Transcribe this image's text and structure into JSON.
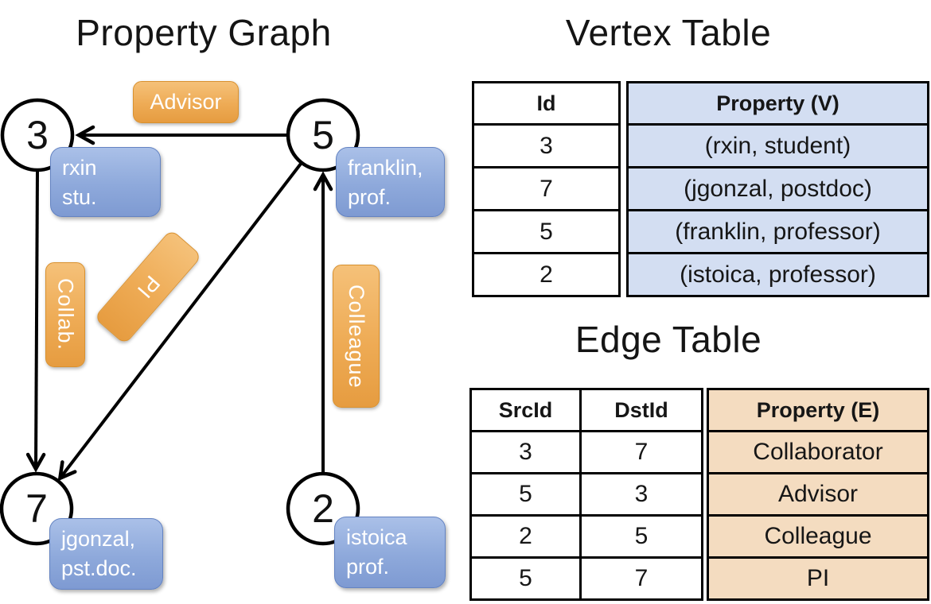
{
  "titles": {
    "graph": "Property Graph",
    "vertex_table": "Vertex Table",
    "edge_table": "Edge Table"
  },
  "graph": {
    "vertices": [
      {
        "id": "3",
        "lines": [
          "rxin",
          "stu."
        ]
      },
      {
        "id": "5",
        "lines": [
          "franklin,",
          "prof."
        ]
      },
      {
        "id": "7",
        "lines": [
          "jgonzal,",
          "pst.doc."
        ]
      },
      {
        "id": "2",
        "lines": [
          "istoica",
          "prof."
        ]
      }
    ],
    "edges": [
      {
        "label": "Advisor",
        "from": "5",
        "to": "3"
      },
      {
        "label": "Collab.",
        "from": "3",
        "to": "7"
      },
      {
        "label": "PI",
        "from": "5",
        "to": "7"
      },
      {
        "label": "Colleague",
        "from": "2",
        "to": "5"
      }
    ]
  },
  "vertex_table": {
    "headers": [
      "Id",
      "Property (V)"
    ],
    "rows": [
      [
        "3",
        "(rxin, student)"
      ],
      [
        "7",
        "(jgonzal, postdoc)"
      ],
      [
        "5",
        "(franklin, professor)"
      ],
      [
        "2",
        "(istoica, professor)"
      ]
    ]
  },
  "edge_table": {
    "headers": [
      "SrcId",
      "DstId",
      "Property (E)"
    ],
    "rows": [
      [
        "3",
        "7",
        "Collaborator"
      ],
      [
        "5",
        "3",
        "Advisor"
      ],
      [
        "2",
        "5",
        "Colleague"
      ],
      [
        "5",
        "7",
        "PI"
      ]
    ]
  },
  "colors": {
    "vertex_property_fill": "#d3def2",
    "edge_property_fill": "#f4dcc0",
    "edge_label_orange_top": "#f5c179",
    "edge_label_orange_bottom": "#e69c40",
    "vertex_box_blue_top": "#aac0e8",
    "vertex_box_blue_bottom": "#7e9ad2",
    "line_color": "#000000",
    "text_on_boxes": "#ffffff"
  }
}
